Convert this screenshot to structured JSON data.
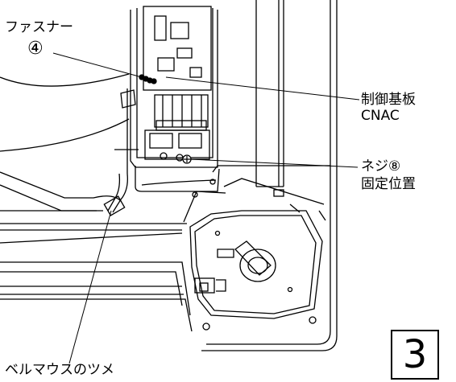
{
  "labels": {
    "fastener": "ファスナー",
    "fastener_num": "④",
    "board_line1": "制御基板",
    "board_line2": "CNAC",
    "screw_line1": "ネジ⑧",
    "screw_line2": "固定位置",
    "bellmouth": "ベルマウスのツメ"
  },
  "step_number": "3"
}
